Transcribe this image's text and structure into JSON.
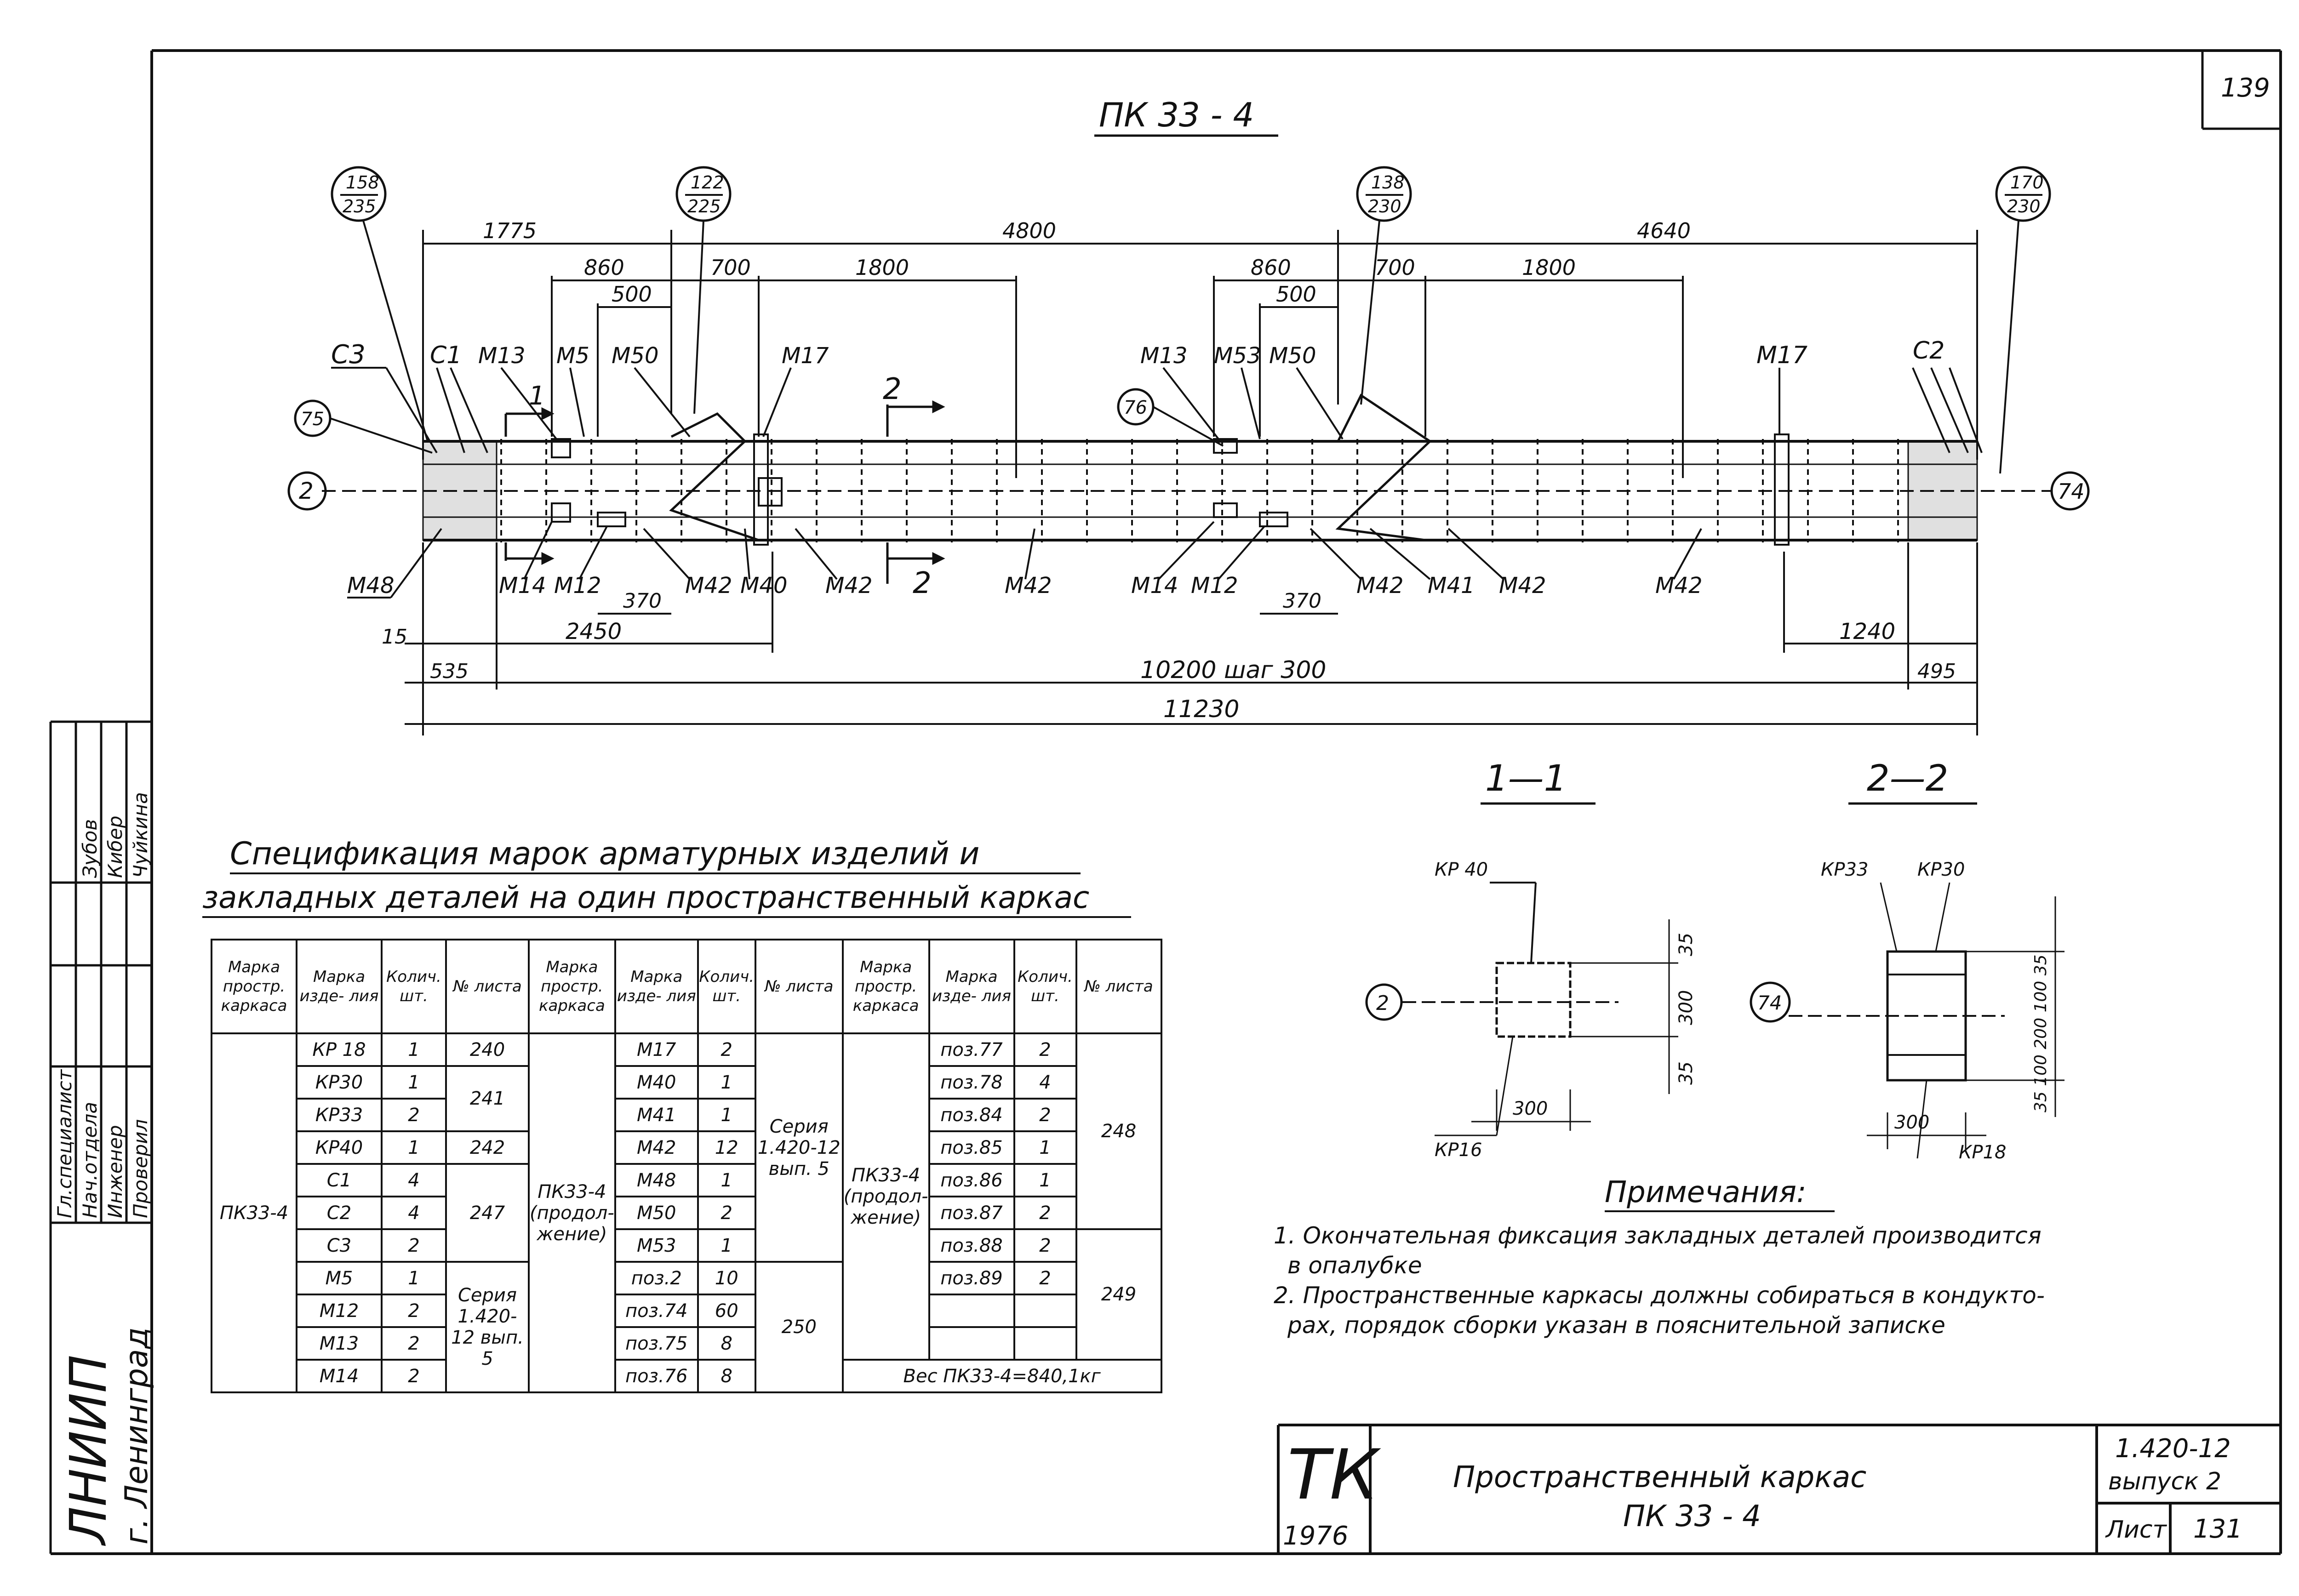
{
  "sheet_number": "139",
  "main_title": "ПК 33 - 4",
  "callouts": {
    "c1": {
      "top": "158",
      "bottom": "235"
    },
    "c2": {
      "top": "122",
      "bottom": "225"
    },
    "c3": {
      "top": "138",
      "bottom": "230"
    },
    "c4": {
      "top": "170",
      "bottom": "230"
    }
  },
  "circles": {
    "left_axis": "2",
    "right_axis": "74",
    "p75": "75",
    "p76": "76"
  },
  "dims_top": {
    "d1775": "1775",
    "d4800": "4800",
    "d4640": "4640",
    "d860a": "860",
    "d700a": "700",
    "d1800a": "1800",
    "d500a": "500",
    "d860b": "860",
    "d700b": "700",
    "d1800b": "1800",
    "d500b": "500"
  },
  "dims_bottom": {
    "d15": "15",
    "d370a": "370",
    "d2450": "2450",
    "d370b": "370",
    "d1240": "1240",
    "d535": "535",
    "d10200": "10200 шаг 300",
    "d495": "495",
    "d11230": "11230"
  },
  "labels_top": {
    "C3": "С3",
    "C1": "С1",
    "M13a": "М13",
    "M5": "М5",
    "M50a": "М50",
    "M17a": "М17",
    "M13b": "М13",
    "M53": "М53",
    "M50b": "М50",
    "M17b": "М17",
    "C2": "С2"
  },
  "labels_bottom": {
    "M48": "М48",
    "M14a": "М14",
    "M12a": "М12",
    "M42a": "М42",
    "M40": "М40",
    "M42b": "М42",
    "M42c": "М42",
    "M14b": "М14",
    "M12b": "М12",
    "M42d": "М42",
    "M41": "М41",
    "M42e": "М42",
    "M42f": "М42"
  },
  "section_marks": {
    "s1": "1",
    "s2": "2"
  },
  "sections": {
    "title11": "1—1",
    "title22": "2—2",
    "s1_kp40": "КР 40",
    "s1_kp16": "КР16",
    "s1_300h": "300",
    "s1_300w": "300",
    "s1_35a": "35",
    "s1_35b": "35",
    "s1_axis": "2",
    "s2_kp33": "КР33",
    "s2_kp30": "КР30",
    "s2_kp18": "КР18",
    "s2_300w": "300",
    "s2_vert": "35 100 200 100 35",
    "s2_axis": "74"
  },
  "notes": {
    "title": "Примечания:",
    "n1a": "1. Окончательная фиксация закладных деталей производится",
    "n1b": "в опалубке",
    "n2a": "2. Пространственные каркасы должны собираться в кондукто-",
    "n2b": "рах, порядок сборки указан в пояснительной записке"
  },
  "spec_title": {
    "line1": "Спецификация марок арматурных изделий и",
    "line2": "закладных деталей на один пространственный каркас"
  },
  "spec_headers": [
    "Марка простр. каркаса",
    "Марка изде- лия",
    "Колич. шт.",
    "№ листа"
  ],
  "spec": {
    "g1": {
      "frame": "ПК33-4",
      "items": [
        {
          "mark": "КР 18",
          "qty": "1"
        },
        {
          "mark": "КР30",
          "qty": "1"
        },
        {
          "mark": "КР33",
          "qty": "2"
        },
        {
          "mark": "КР40",
          "qty": "1"
        },
        {
          "mark": "С1",
          "qty": "4"
        },
        {
          "mark": "С2",
          "qty": "4"
        },
        {
          "mark": "С3",
          "qty": "2"
        },
        {
          "mark": "М5",
          "qty": "1"
        },
        {
          "mark": "М12",
          "qty": "2"
        },
        {
          "mark": "М13",
          "qty": "2"
        },
        {
          "mark": "М14",
          "qty": "2"
        }
      ],
      "sheets": [
        "240",
        "241",
        "242",
        "247",
        "Серия 1.420-12 вып. 5"
      ]
    },
    "g2": {
      "frame": "ПК33-4 (продол- жение)",
      "items": [
        {
          "mark": "М17",
          "qty": "2"
        },
        {
          "mark": "М40",
          "qty": "1"
        },
        {
          "mark": "М41",
          "qty": "1"
        },
        {
          "mark": "М42",
          "qty": "12"
        },
        {
          "mark": "М48",
          "qty": "1"
        },
        {
          "mark": "М50",
          "qty": "2"
        },
        {
          "mark": "М53",
          "qty": "1"
        },
        {
          "mark": "поз.2",
          "qty": "10"
        },
        {
          "mark": "поз.74",
          "qty": "60"
        },
        {
          "mark": "поз.75",
          "qty": "8"
        },
        {
          "mark": "поз.76",
          "qty": "8"
        }
      ],
      "sheets": [
        "Серия 1.420-12 вып. 5",
        "250"
      ]
    },
    "g3": {
      "frame": "ПК33-4 (продол- жение)",
      "items": [
        {
          "mark": "поз.77",
          "qty": "2"
        },
        {
          "mark": "поз.78",
          "qty": "4"
        },
        {
          "mark": "поз.84",
          "qty": "2"
        },
        {
          "mark": "поз.85",
          "qty": "1"
        },
        {
          "mark": "поз.86",
          "qty": "1"
        },
        {
          "mark": "поз.87",
          "qty": "2"
        },
        {
          "mark": "поз.88",
          "qty": "2"
        },
        {
          "mark": "поз.89",
          "qty": "2"
        }
      ],
      "sheets": [
        "248",
        "249"
      ],
      "weight": "Вес ПК33-4=840,1кг"
    }
  },
  "stamp": {
    "org": "ТК",
    "year": "1976",
    "title1": "Пространственный каркас",
    "title2": "ПК 33 - 4",
    "series": "1.420-12",
    "issue": "выпуск 2",
    "sheet_label": "Лист",
    "sheet_no": "131"
  },
  "side": {
    "roles": [
      "Гл.специалист",
      "Нач.отдела",
      "Инженер",
      "Проверил"
    ],
    "names": [
      "Зубов",
      "Кибер",
      "Чуйкина"
    ],
    "logo": "ЛНИИП",
    "city": "г. Ленинград"
  }
}
